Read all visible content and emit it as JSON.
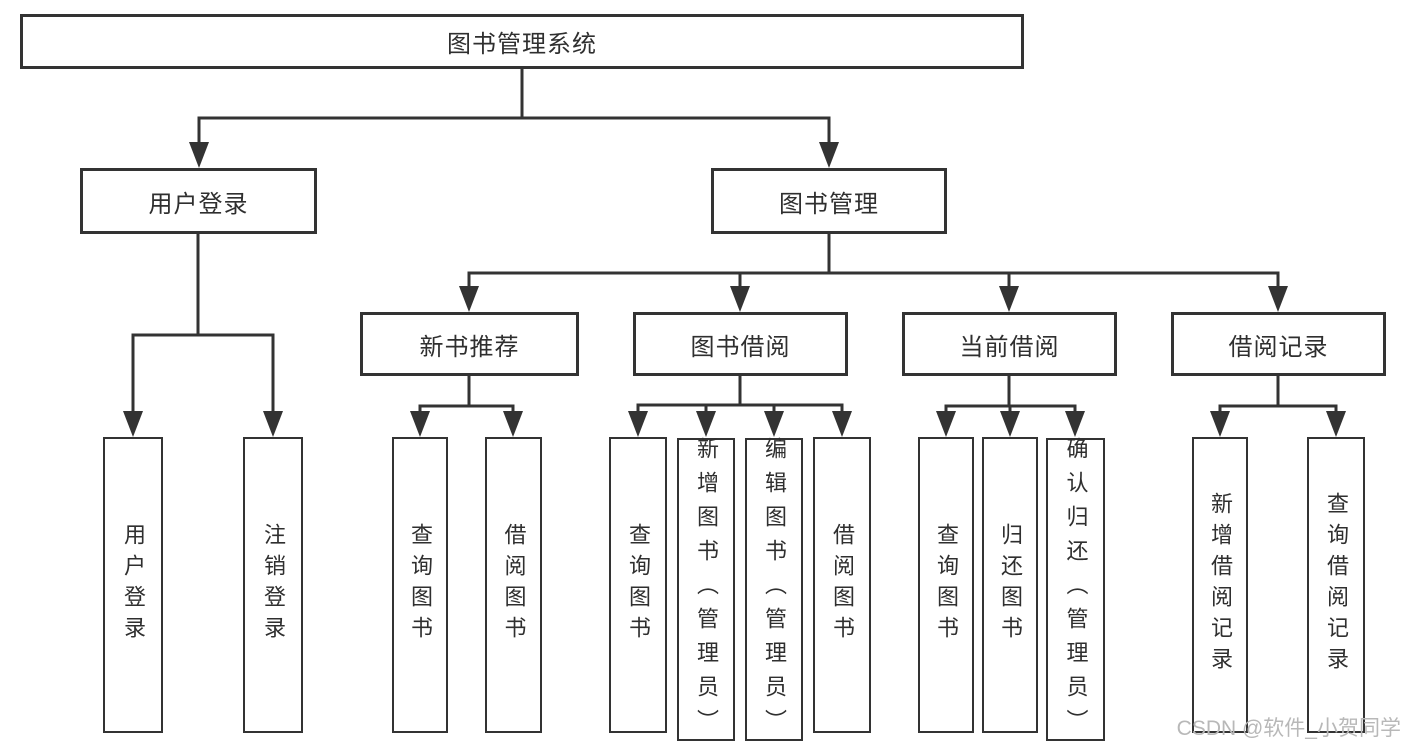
{
  "diagram": {
    "nodes": {
      "root": "图书管理系统",
      "user_login": "用户登录",
      "book_mgmt": "图书管理",
      "new_book": "新书推荐",
      "book_borrow": "图书借阅",
      "current_borrow": "当前借阅",
      "borrow_record": "借阅记录",
      "leaf_user_login": "用户登录",
      "leaf_logout": "注销登录",
      "leaf_nb_query": "查询图书",
      "leaf_nb_borrow": "借阅图书",
      "leaf_bb_query": "查询图书",
      "leaf_bb_add": "新增图书（管理员）",
      "leaf_bb_edit": "编辑图书（管理员）",
      "leaf_bb_borrow": "借阅图书",
      "leaf_cb_query": "查询图书",
      "leaf_cb_return": "归还图书",
      "leaf_cb_confirm": "确认归还（管理员）",
      "leaf_br_add": "新增借阅记录",
      "leaf_br_query": "查询借阅记录"
    },
    "watermark": "CSDN @软件_小贺同学",
    "colors": {
      "line": "#333333",
      "text": "#2f2f2f",
      "box_fill": "#ffffff",
      "background": "#ffffff",
      "watermark": "#b8b8b8"
    }
  }
}
